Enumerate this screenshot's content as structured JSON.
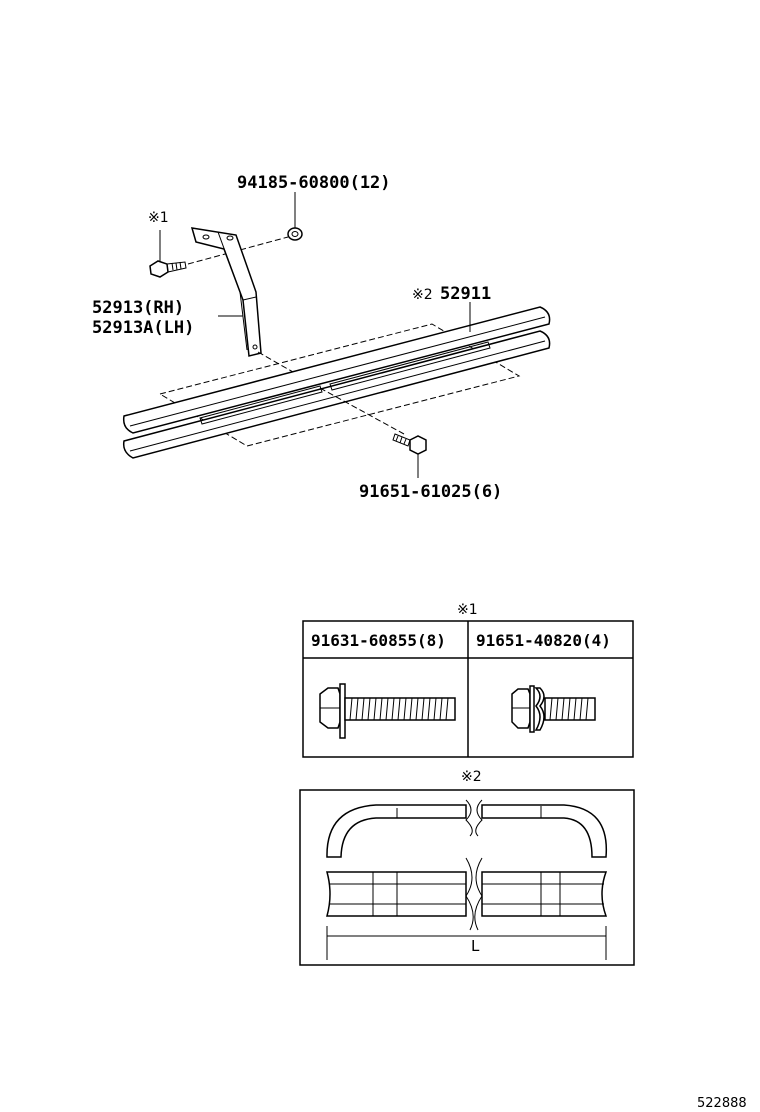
{
  "labels": {
    "nut_part": "94185-60800(12)",
    "ref1_mark": "※1",
    "bracket_rh": "52913(RH)",
    "bracket_lh": "52913A(LH)",
    "ref2_mark": "※2",
    "step_part": "52911",
    "bolt_part": "91651-61025(6)"
  },
  "table1": {
    "title": "※1",
    "col1": "91631-60855(8)",
    "col2": "91651-40820(4)"
  },
  "detail2": {
    "title": "※2",
    "dimension": "L"
  },
  "figure_id": "522888"
}
